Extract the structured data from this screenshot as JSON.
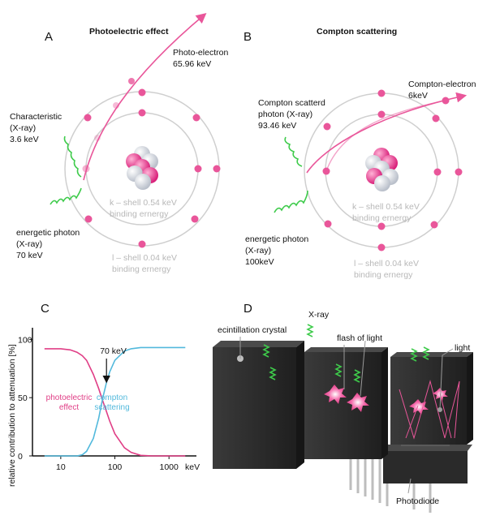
{
  "colors": {
    "electron": "#e9569a",
    "photon": "#3ecb4b",
    "compton_curve": "#52b9dc",
    "photo_curve": "#e03e86",
    "detector": "#2b2b2b",
    "orbit": "#cfcfcf"
  },
  "panel_a": {
    "letter": "A",
    "title": "Photoelectric effect",
    "photoelectron": [
      "Photo-electron",
      "65.96 keV"
    ],
    "characteristic": [
      "Characteristic",
      "(X-ray)",
      "3.6 keV"
    ],
    "incident": [
      "energetic photon",
      "(X-ray)",
      "70 keV"
    ],
    "k_shell": [
      "k – shell 0.54 keV",
      "binding ernergy"
    ],
    "l_shell": [
      "l – shell 0.04 keV",
      "binding ernergy"
    ]
  },
  "panel_b": {
    "letter": "B",
    "title": "Compton scattering",
    "electron": [
      "Compton-electron",
      "6keV"
    ],
    "scattered": [
      "Compton scatterd",
      "photon (X-ray)",
      "93.46 keV"
    ],
    "incident": [
      "energetic photon",
      "(X-ray)",
      "100keV"
    ],
    "k_shell": [
      "k – shell 0.54 keV",
      "binding ernergy"
    ],
    "l_shell": [
      "l – shell 0.04 keV",
      "binding ernergy"
    ]
  },
  "panel_c": {
    "letter": "C",
    "annotation": "70 keV",
    "chart_data": {
      "type": "line",
      "x_scale": "log",
      "xlim": [
        3,
        3000
      ],
      "ylim": [
        0,
        110
      ],
      "ylabel": "relative contribution to attenuation [%]",
      "xlabel": "keV",
      "xticks": [
        10,
        100,
        1000
      ],
      "yticks": [
        0,
        50,
        100
      ],
      "series": [
        {
          "name": "photoelectric effect",
          "label_lines": [
            "photoelectric",
            "effect"
          ],
          "x": [
            5,
            10,
            15,
            20,
            25,
            30,
            40,
            50,
            60,
            70,
            80,
            100,
            150,
            200,
            300,
            500,
            1000,
            2000
          ],
          "y": [
            92,
            92,
            91,
            89,
            86,
            82,
            70,
            58,
            47,
            38,
            30,
            19,
            7,
            3,
            0.5,
            0,
            0,
            0
          ]
        },
        {
          "name": "compton scattering",
          "label_lines": [
            "compton",
            "scattering"
          ],
          "x": [
            5,
            10,
            15,
            20,
            25,
            30,
            40,
            50,
            60,
            70,
            80,
            100,
            150,
            200,
            300,
            500,
            1000,
            2000
          ],
          "y": [
            0,
            0,
            0,
            0,
            1,
            4,
            15,
            32,
            50,
            63,
            72,
            82,
            90,
            92,
            93,
            93,
            93,
            93
          ]
        }
      ]
    }
  },
  "panel_d": {
    "letter": "D",
    "crystal": "ecintillation crystal",
    "xray": "X-ray",
    "flash": "flash of light",
    "light": "light",
    "photodiode": "Photodiode"
  }
}
